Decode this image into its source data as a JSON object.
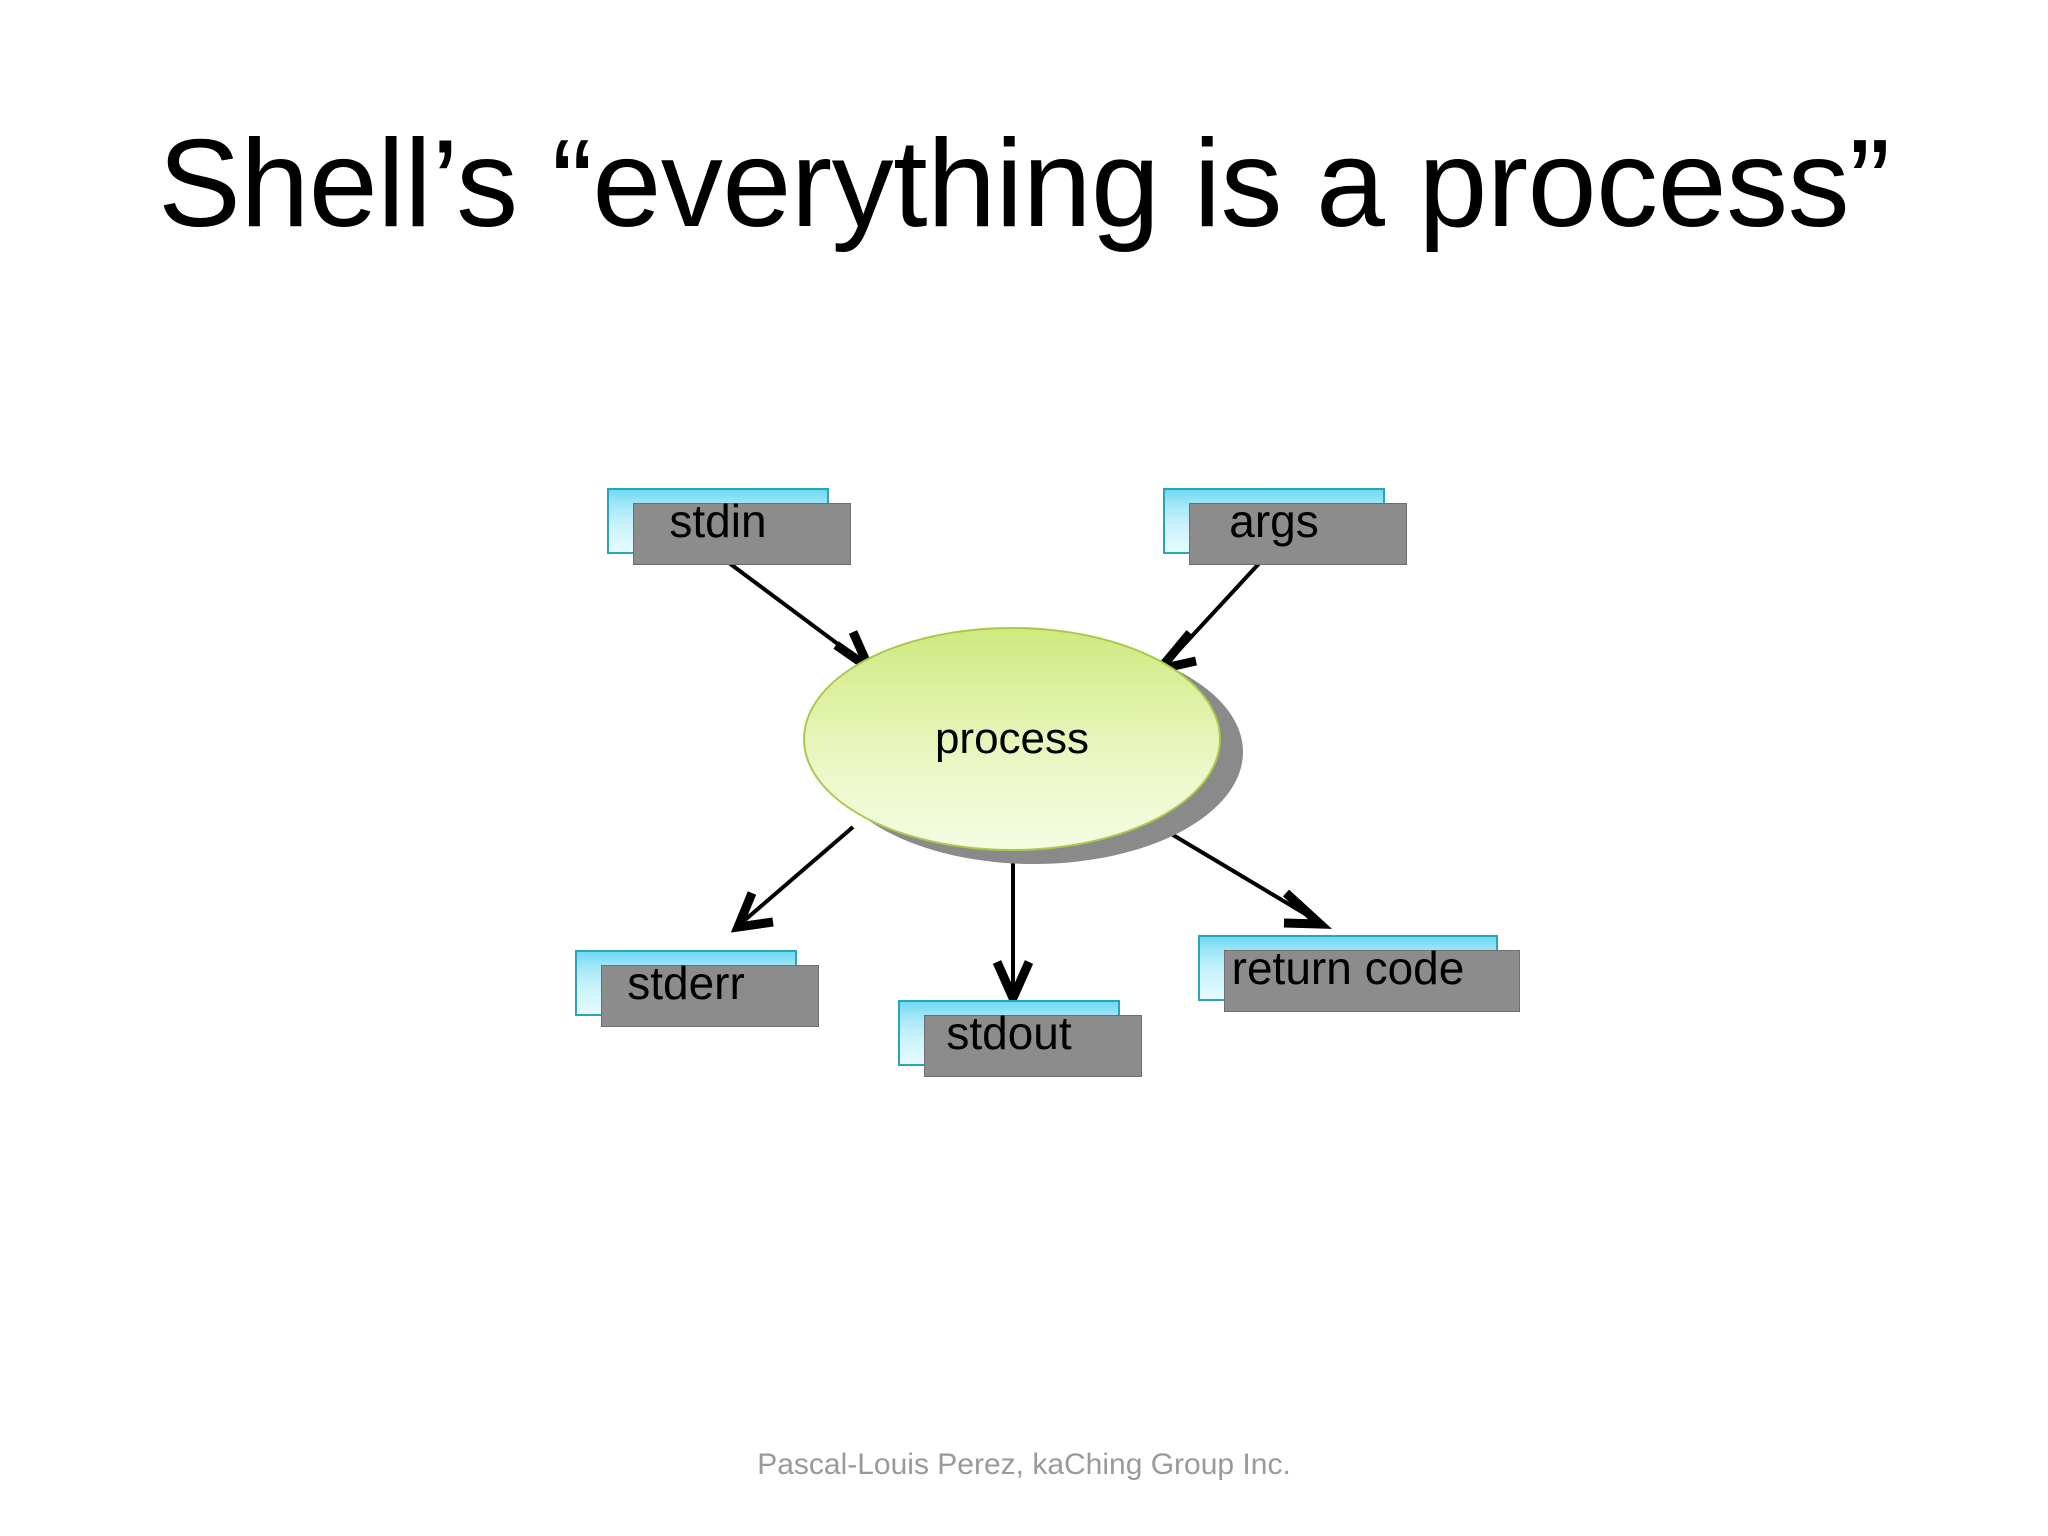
{
  "slide": {
    "title": "Shell’s “everything is a process”",
    "footer": "Pascal-Louis Perez, kaChing Group Inc.",
    "background_color": "#ffffff",
    "title_color": "#000000",
    "footer_color": "#9a9a9a"
  },
  "diagram": {
    "type": "flow",
    "center_node": {
      "id": "process",
      "label": "process",
      "shape": "ellipse",
      "fill_top": "#cfe97f",
      "fill_bottom": "#f4fce2",
      "border_color": "#a9c94b",
      "shadow_color": "#8a8a8a"
    },
    "box_style": {
      "border_color": "#2aa3bd",
      "fill_top": "#6fd9f2",
      "fill_bottom": "#e6fbff",
      "shadow_color": "#8c8c8c",
      "text_color": "#000000"
    },
    "inputs": [
      {
        "id": "stdin",
        "label": "stdin",
        "direction": "in"
      },
      {
        "id": "args",
        "label": "args",
        "direction": "in"
      }
    ],
    "outputs": [
      {
        "id": "stderr",
        "label": "stderr",
        "direction": "out"
      },
      {
        "id": "stdout",
        "label": "stdout",
        "direction": "out"
      },
      {
        "id": "return_code",
        "label": "return code",
        "direction": "out"
      }
    ],
    "edges": [
      {
        "from": "stdin",
        "to": "process",
        "arrow": true
      },
      {
        "from": "args",
        "to": "process",
        "arrow": true
      },
      {
        "from": "process",
        "to": "stderr",
        "arrow": true
      },
      {
        "from": "process",
        "to": "stdout",
        "arrow": true
      },
      {
        "from": "process",
        "to": "return_code",
        "arrow": true
      }
    ],
    "edge_color": "#000000"
  }
}
